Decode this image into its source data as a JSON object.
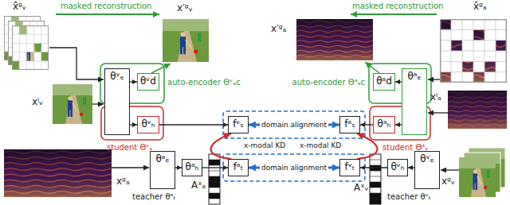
{
  "diagram": {
    "nodes": [
      {
        "text": [
          "θᵛₑ"
        ]
      },
      {
        "text": [
          "θᵛd"
        ]
      },
      {
        "text": [
          "θᵛₕ"
        ]
      },
      {
        "text": [
          "fᵛₛ"
        ]
      },
      {
        "text": [
          "fᵃₛ"
        ]
      },
      {
        "text": [
          "θᵃd"
        ]
      },
      {
        "text": [
          "θᵃₕ"
        ]
      },
      {
        "text": [
          "θᵃₑ"
        ]
      },
      {
        "text": [
          "θᵃₑ"
        ]
      },
      {
        "text": [
          "θᵃₕ"
        ]
      },
      {
        "text": [
          "fᵃₜ"
        ]
      },
      {
        "text": [
          "fᵛₜ"
        ]
      },
      {
        "text": [
          "θᵛₕ"
        ]
      },
      {
        "text": [
          "θᵛₑ"
        ]
      }
    ],
    "edges": [
      {
        "from": 0,
        "to": 1,
        "arrow": "to"
      },
      {
        "from": 0,
        "to": 2,
        "arrow": "to"
      },
      {
        "from": 2,
        "to": 3,
        "arrow": "to"
      },
      {
        "from": 3,
        "to": 4,
        "label": "domain alignment",
        "arrow": "both"
      },
      {
        "from": 7,
        "to": 5,
        "arrow": "to"
      },
      {
        "from": 7,
        "to": 6,
        "arrow": "to"
      },
      {
        "from": 6,
        "to": 4,
        "arrow": "to"
      },
      {
        "from": 8,
        "to": 9,
        "arrow": "to"
      },
      {
        "from": 9,
        "to": 10,
        "arrow": "to"
      },
      {
        "from": 10,
        "to": 11,
        "label": "domain alignment",
        "arrow": "both"
      },
      {
        "from": 13,
        "to": 12,
        "arrow": "to"
      },
      {
        "from": 12,
        "to": 11,
        "arrow": "to"
      },
      {
        "from": 10,
        "to": 3,
        "arrow": "to"
      },
      {
        "from": 11,
        "to": 4,
        "arrow": "to"
      }
    ],
    "labels": [
      "masked reconstruction",
      "x̂ᵍᵥ",
      "x′ᵍᵥ",
      "xˡᵥ",
      "auto-encoder Θᵛₐc",
      "student Θᵛₛ",
      "x′ᵍₐ",
      "masked reconstruction",
      "x̂ᵍₐ",
      "auto-encoder Θᵃₐc",
      "xˡₐ",
      "student Θᵃₛ",
      "x-modal KD",
      "x-modal KD",
      "xᵍₐ",
      "teacher θᵃₜ",
      "Aˣₐ",
      "Aˣᵥ",
      "teacher θᵛₜ",
      "xᵍᵥ"
    ]
  }
}
